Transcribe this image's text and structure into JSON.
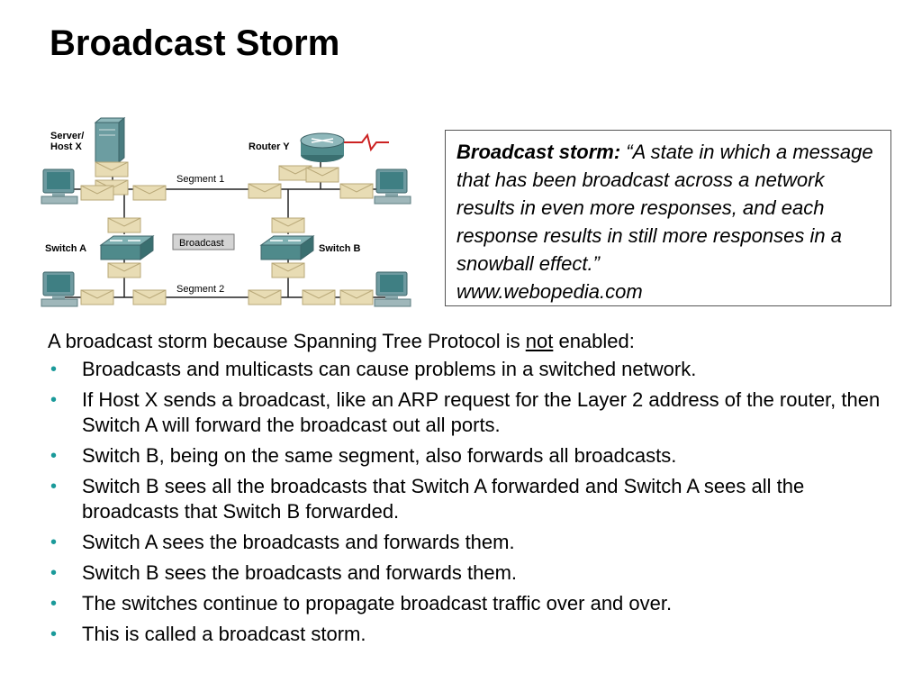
{
  "slide": {
    "title": "Broadcast Storm"
  },
  "diagram": {
    "labels": {
      "server": "Server/\nHost X",
      "router": "Router Y",
      "segment1": "Segment 1",
      "segment2": "Segment 2",
      "broadcast": "Broadcast",
      "switch_a": "Switch A",
      "switch_b": "Switch B"
    },
    "colors": {
      "envelope": "#e8dcb4",
      "device": "#4f8a8b",
      "line": "#222222",
      "router_link": "#cc2222"
    }
  },
  "definition": {
    "term": "Broadcast storm:",
    "text": "“A state in which a message that has been broadcast across a network results in even more responses, and each response results in still more responses in a snowball effect.”",
    "source": "www.webopedia.com"
  },
  "intro": {
    "before": "A broadcast storm because Spanning Tree Protocol is ",
    "emphasis": "not",
    "after": " enabled:"
  },
  "bullet_marker": "•",
  "bullets": [
    "Broadcasts and multicasts can cause problems in a switched network.",
    "If Host X sends a broadcast, like an ARP request for the Layer 2 address of the router, then Switch A will forward the broadcast out all ports.",
    "Switch B, being on the same segment, also forwards all broadcasts.",
    "Switch B sees all the broadcasts that Switch A forwarded and Switch A sees all the broadcasts that Switch B forwarded.",
    "Switch A sees the broadcasts and forwards them.",
    "Switch B sees the broadcasts and forwards them.",
    "The switches continue to propagate broadcast traffic over and over.",
    "This is called a broadcast storm."
  ]
}
